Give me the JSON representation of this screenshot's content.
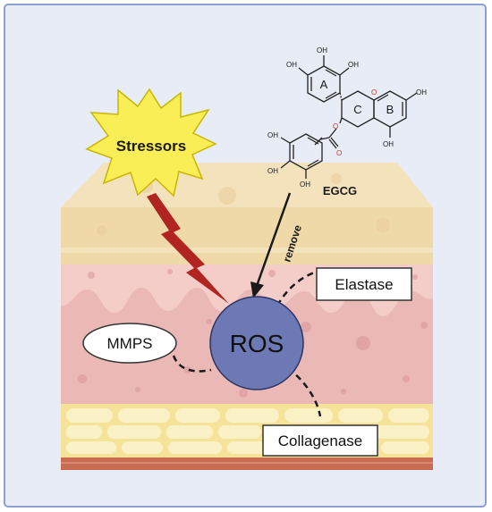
{
  "labels": {
    "stressors": "Stressors",
    "egcg": "EGCG",
    "remove": "remove",
    "elastase": "Elastase",
    "mmps": "MMPS",
    "ros": "ROS",
    "collagenase": "Collagenase"
  },
  "molecule": {
    "ring_labels": [
      "A",
      "C",
      "B"
    ],
    "oh": "OH",
    "o": "O"
  },
  "colors": {
    "background": "#e8ecf6",
    "border": "#8ea0d0",
    "epidermis": "#f1dcb1",
    "dermis": "#eab9b6",
    "fat": "#f6e39a",
    "muscle": "#c86c52",
    "ros_fill": "#6d79b4",
    "starburst": "#f9ee55",
    "lightning": "#b0251f",
    "molecule_bond": "#222222",
    "heteroatom": "#c0392b"
  },
  "icons": {
    "stressors": "starburst-icon",
    "lightning": "lightning-bolt-icon",
    "molecule": "egcg-molecule-icon"
  }
}
